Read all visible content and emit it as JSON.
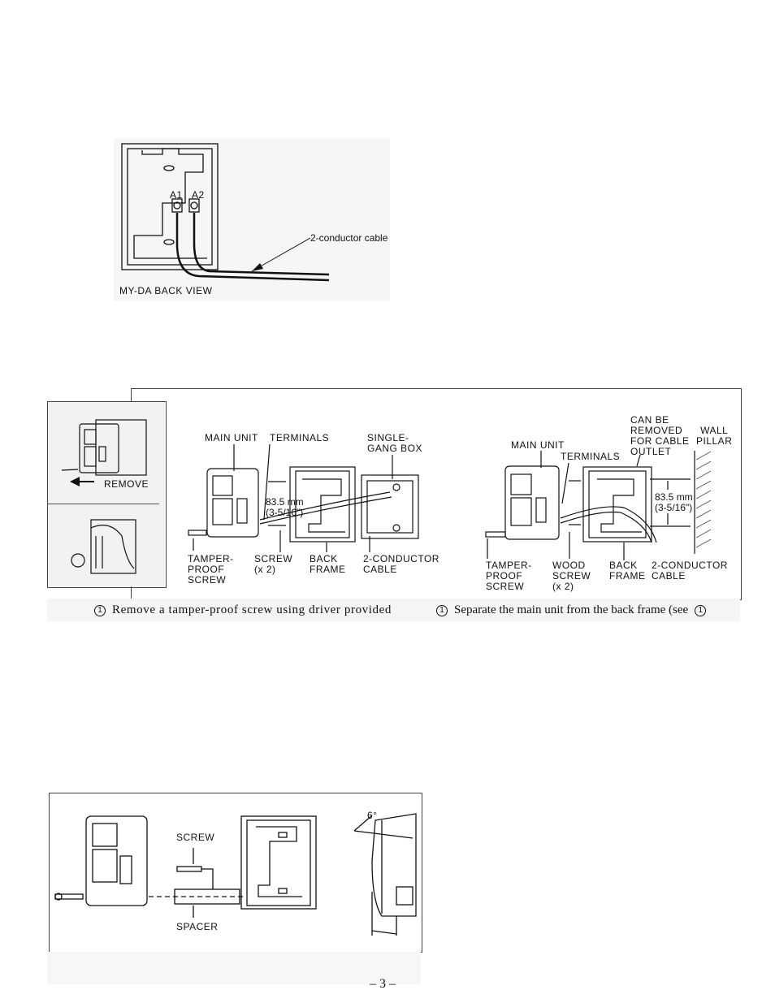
{
  "figure1": {
    "cable_label": "2-conductor cable",
    "terminal_a1": "A1",
    "terminal_a2": "A2",
    "caption": "MY-DA BACK VIEW"
  },
  "figure2": {
    "remove_label": "REMOVE",
    "left_panel": {
      "main_unit": "MAIN UNIT",
      "terminals": "TERMINALS",
      "single_gang_box": "SINGLE-\nGANG BOX",
      "dimension": "83.5 mm\n(3-5/16\")",
      "tamper_proof_screw": "TAMPER-\nPROOF\nSCREW",
      "screw": "SCREW\n(x 2)",
      "back_frame": "BACK\nFRAME",
      "cable": "2-CONDUCTOR\nCABLE"
    },
    "right_panel": {
      "can_be_removed": "CAN BE\nREMOVED\nFOR CABLE\nOUTLET",
      "wall_pillar": "WALL\nPILLAR",
      "main_unit": "MAIN UNIT",
      "terminals": "TERMINALS",
      "dimension": "83.5 mm\n(3-5/16\")",
      "tamper_proof_screw": "TAMPER-\nPROOF\nSCREW",
      "wood_screw": "WOOD\nSCREW\n(x 2)",
      "back_frame": "BACK\nFRAME",
      "cable": "2-CONDUCTOR\nCABLE"
    },
    "step_number": "1",
    "caption_left": "Remove a tamper-proof screw using driver provided",
    "caption_right": "Separate the main unit from the back frame (see"
  },
  "figure3": {
    "screw_label": "SCREW",
    "spacer_label": "SPACER",
    "angle": "6°"
  },
  "page_number": "– 3 –"
}
